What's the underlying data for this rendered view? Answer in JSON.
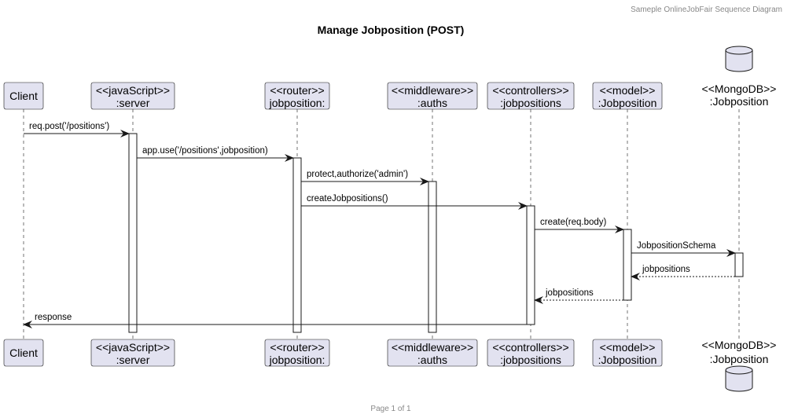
{
  "header": {
    "caption": "Sameple OnlineJobFair Sequence Diagram"
  },
  "title": "Manage Jobposition (POST)",
  "footer": {
    "page": "Page 1 of 1"
  },
  "colors": {
    "participant_fill": "#E2E2F0",
    "participant_border": "#181818",
    "lifeline": "#181818",
    "activation_fill": "#FFFFFF"
  },
  "participants": [
    {
      "id": "client",
      "lines": [
        "Client"
      ],
      "kind": "box"
    },
    {
      "id": "server",
      "lines": [
        "<<javaScript>>",
        ":server"
      ],
      "kind": "box"
    },
    {
      "id": "router",
      "lines": [
        "<<router>>",
        "jobposition:"
      ],
      "kind": "box"
    },
    {
      "id": "auths",
      "lines": [
        "<<middleware>>",
        ":auths"
      ],
      "kind": "box"
    },
    {
      "id": "controllers",
      "lines": [
        "<<controllers>>",
        ":jobpositions"
      ],
      "kind": "box"
    },
    {
      "id": "model",
      "lines": [
        "<<model>>",
        ":Jobposition"
      ],
      "kind": "box"
    },
    {
      "id": "mongo",
      "lines": [
        "<<MongoDB>>",
        ":Jobposition"
      ],
      "kind": "database"
    }
  ],
  "messages": [
    {
      "from": "client",
      "to": "server",
      "label": "req.post('/positions')",
      "style": "solid"
    },
    {
      "from": "server",
      "to": "router",
      "label": "app.use('/positions',jobposition)",
      "style": "solid"
    },
    {
      "from": "router",
      "to": "auths",
      "label": "protect,authorize('admin')",
      "style": "solid"
    },
    {
      "from": "router",
      "to": "controllers",
      "label": "createJobpositions()",
      "style": "solid"
    },
    {
      "from": "controllers",
      "to": "model",
      "label": "create(req.body)",
      "style": "solid"
    },
    {
      "from": "model",
      "to": "mongo",
      "label": "JobpositionSchema",
      "style": "solid"
    },
    {
      "from": "mongo",
      "to": "model",
      "label": "jobpositions",
      "style": "dashed"
    },
    {
      "from": "model",
      "to": "controllers",
      "label": "jobpositions",
      "style": "dashed"
    },
    {
      "from": "controllers",
      "to": "client",
      "label": "response",
      "style": "solid"
    }
  ]
}
